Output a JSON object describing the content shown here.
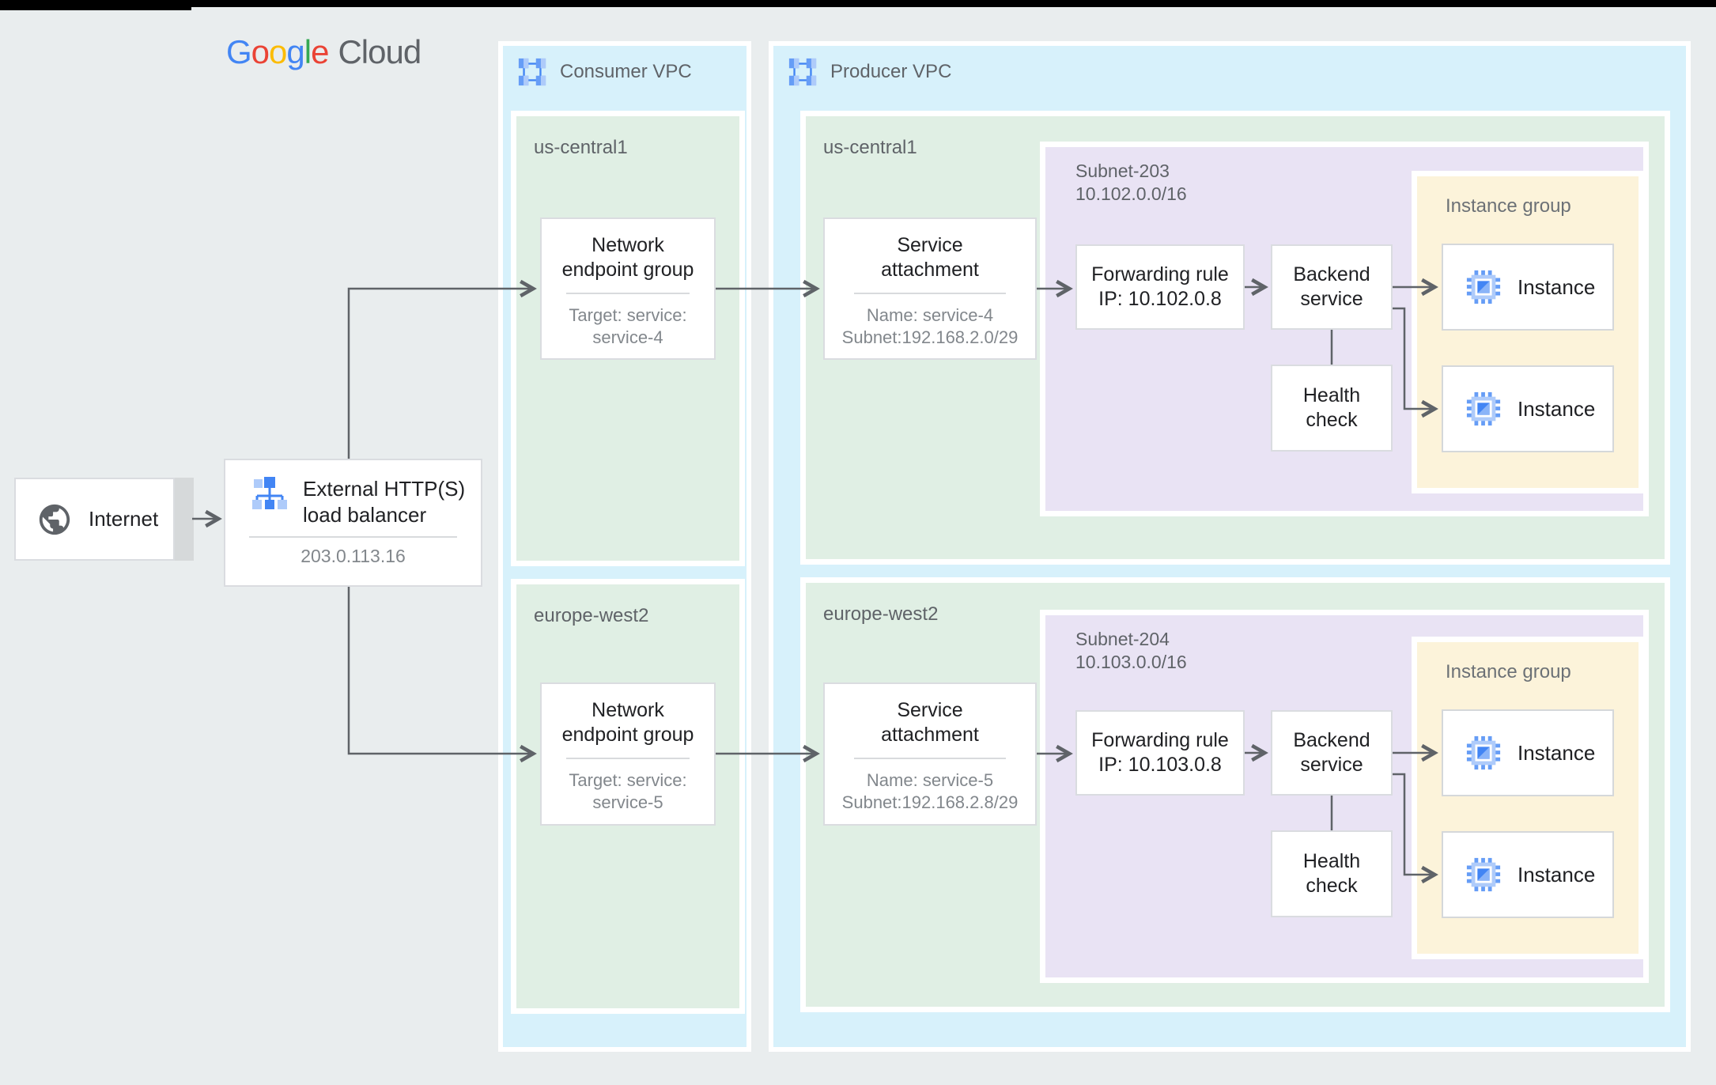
{
  "palette": {
    "background": "#e9edee",
    "vpc_blue": "#d7f1fb",
    "region_green": "#e0efe4",
    "subnet_purple": "#e9e3f4",
    "instance_group_yellow": "#fcf3da",
    "accent_blue": "#4285f4",
    "accent_blue_light": "#aecbfa",
    "connector_gray": "#5f6368",
    "google_blue": "#4285F4",
    "google_red": "#EA4335",
    "google_yellow": "#FBBC05",
    "google_green": "#34A853"
  },
  "logo": {
    "letters": [
      {
        "ch": "G",
        "color": "#4285F4"
      },
      {
        "ch": "o",
        "color": "#EA4335"
      },
      {
        "ch": "o",
        "color": "#FBBC05"
      },
      {
        "ch": "g",
        "color": "#4285F4"
      },
      {
        "ch": "l",
        "color": "#34A853"
      },
      {
        "ch": "e",
        "color": "#EA4335"
      }
    ],
    "suffix": "Cloud"
  },
  "internet": {
    "label": "Internet"
  },
  "load_balancer": {
    "title_lines": [
      "External HTTP(S)",
      "load balancer"
    ],
    "ip": "203.0.113.16"
  },
  "consumer_vpc": {
    "label": "Consumer VPC",
    "regions": [
      {
        "name": "us-central1",
        "neg": {
          "title_lines": [
            "Network",
            "endpoint group"
          ],
          "detail_lines": [
            "Target: service:",
            "service-4"
          ]
        }
      },
      {
        "name": "europe-west2",
        "neg": {
          "title_lines": [
            "Network",
            "endpoint group"
          ],
          "detail_lines": [
            "Target: service:",
            "service-5"
          ]
        }
      }
    ]
  },
  "producer_vpc": {
    "label": "Producer VPC",
    "regions": [
      {
        "name": "us-central1",
        "service_attachment": {
          "title_lines": [
            "Service",
            "attachment"
          ],
          "detail_lines": [
            "Name: service-4",
            "Subnet:192.168.2.0/29"
          ]
        },
        "subnet": {
          "name": "Subnet-203",
          "cidr": "10.102.0.0/16",
          "forwarding_rule": {
            "lines": [
              "Forwarding rule",
              "IP: 10.102.0.8"
            ]
          },
          "backend_service": {
            "lines": [
              "Backend",
              "service"
            ]
          },
          "health_check": {
            "lines": [
              "Health",
              "check"
            ]
          },
          "instance_group": {
            "label": "Instance group",
            "instances": [
              "Instance",
              "Instance"
            ]
          }
        }
      },
      {
        "name": "europe-west2",
        "service_attachment": {
          "title_lines": [
            "Service",
            "attachment"
          ],
          "detail_lines": [
            "Name: service-5",
            "Subnet:192.168.2.8/29"
          ]
        },
        "subnet": {
          "name": "Subnet-204",
          "cidr": "10.103.0.0/16",
          "forwarding_rule": {
            "lines": [
              "Forwarding rule",
              "IP: 10.103.0.8"
            ]
          },
          "backend_service": {
            "lines": [
              "Backend",
              "service"
            ]
          },
          "health_check": {
            "lines": [
              "Health",
              "check"
            ]
          },
          "instance_group": {
            "label": "Instance group",
            "instances": [
              "Instance",
              "Instance"
            ]
          }
        }
      }
    ]
  }
}
